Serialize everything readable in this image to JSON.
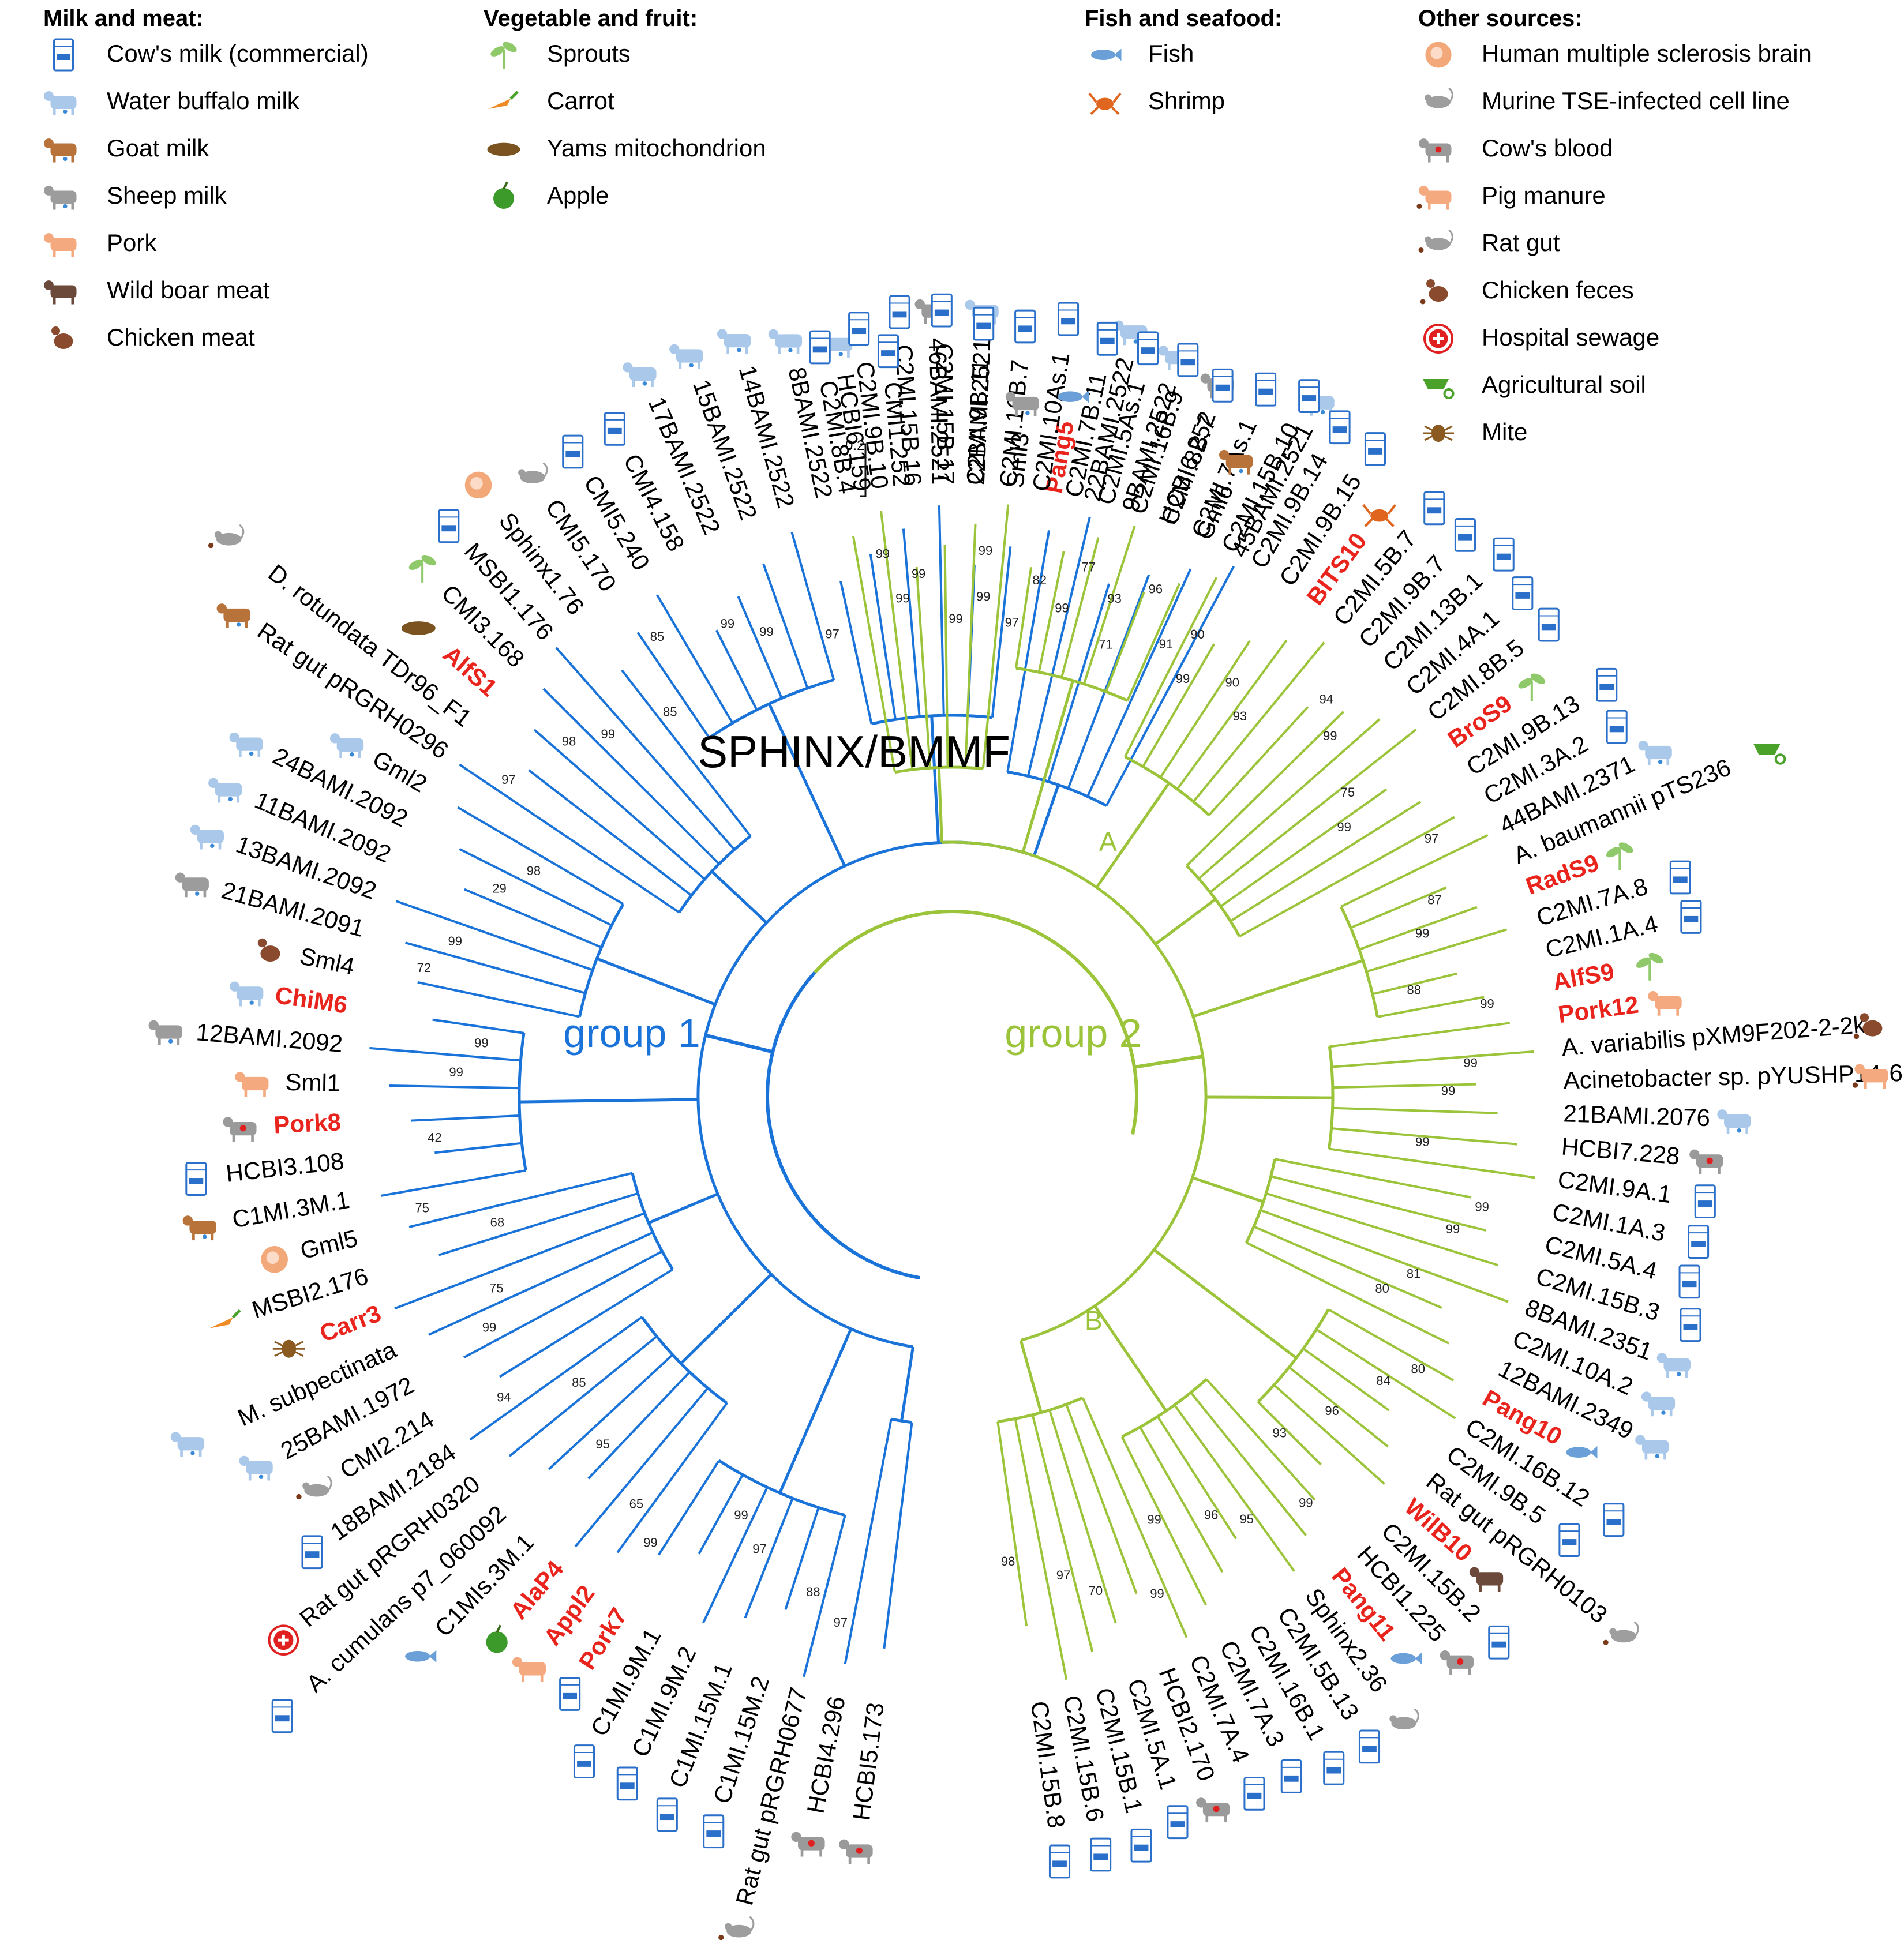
{
  "figure": {
    "title": "SPHINX/BMMF",
    "groups": [
      {
        "label": "group 1",
        "color": "#1a73d9"
      },
      {
        "label": "group 2",
        "color": "#9bc43a"
      }
    ],
    "subgroups": [
      "A",
      "B"
    ],
    "scale_bar": "0.2"
  },
  "legend": [
    {
      "title": "Milk and meat:",
      "items": [
        {
          "label": "Cow's milk (commercial)",
          "icon": "milk-carton-icon"
        },
        {
          "label": "Water buffalo milk",
          "icon": "buffalo-icon"
        },
        {
          "label": "Goat milk",
          "icon": "goat-icon"
        },
        {
          "label": "Sheep milk",
          "icon": "sheep-icon"
        },
        {
          "label": "Pork",
          "icon": "pig-icon"
        },
        {
          "label": "Wild boar meat",
          "icon": "boar-icon"
        },
        {
          "label": "Chicken meat",
          "icon": "chicken-icon"
        }
      ]
    },
    {
      "title": "Vegetable and fruit:",
      "items": [
        {
          "label": "Sprouts",
          "icon": "sprout-icon"
        },
        {
          "label": "Carrot",
          "icon": "carrot-icon"
        },
        {
          "label": "Yams mitochondrion",
          "icon": "yam-icon"
        },
        {
          "label": "Apple",
          "icon": "apple-icon"
        }
      ]
    },
    {
      "title": "Fish and seafood:",
      "items": [
        {
          "label": "Fish",
          "icon": "fish-icon"
        },
        {
          "label": "Shrimp",
          "icon": "crab-icon"
        }
      ]
    },
    {
      "title": "Other sources:",
      "items": [
        {
          "label": "Human multiple sclerosis brain",
          "icon": "brain-icon"
        },
        {
          "label": "Murine TSE-infected cell line",
          "icon": "mouse-icon"
        },
        {
          "label": "Cow's blood",
          "icon": "cow-blood-icon"
        },
        {
          "label": "Pig manure",
          "icon": "pig-manure-icon"
        },
        {
          "label": "Rat gut",
          "icon": "rat-icon"
        },
        {
          "label": "Chicken feces",
          "icon": "chicken-feces-icon"
        },
        {
          "label": "Hospital sewage",
          "icon": "sewage-icon"
        },
        {
          "label": "Agricultural soil",
          "icon": "wheelbarrow-icon"
        },
        {
          "label": "Mite",
          "icon": "mite-icon"
        }
      ]
    }
  ],
  "leaves": [
    {
      "label": "45BAMI.2521",
      "group": 1,
      "icon": "buffalo-icon"
    },
    {
      "label": "Gml6",
      "group": 1,
      "icon": "goat-icon"
    },
    {
      "label": "HCBI6.252",
      "group": 1,
      "icon": "cow-blood-icon"
    },
    {
      "label": "9BAMI.2522",
      "group": 1,
      "icon": "buffalo-icon"
    },
    {
      "label": "22BAMI.2522",
      "group": 1,
      "icon": "buffalo-icon"
    },
    {
      "label": "Pang5",
      "group": 1,
      "icon": "fish-icon",
      "highlight": true
    },
    {
      "label": "Sml3",
      "group": 1,
      "icon": "sheep-icon"
    },
    {
      "label": "22BAMI.2521",
      "group": 1,
      "icon": "buffalo-icon"
    },
    {
      "label": "46BAMI.2521",
      "group": 1,
      "icon": "cow-blood-icon"
    },
    {
      "label": "CMI1.252",
      "group": 1,
      "icon": "milk-carton-icon"
    },
    {
      "label": "HCBI6.159",
      "group": 1,
      "icon": "buffalo-icon"
    },
    {
      "label": "8BAMI.2522",
      "group": 1,
      "icon": "buffalo-icon"
    },
    {
      "label": "14BAMI.2522",
      "group": 1,
      "icon": "buffalo-icon"
    },
    {
      "label": "15BAMI.2522",
      "group": 1,
      "icon": "buffalo-icon"
    },
    {
      "label": "17BAMI.2522",
      "group": 1,
      "icon": "buffalo-icon"
    },
    {
      "label": "CMI4.158",
      "group": 1,
      "icon": "milk-carton-icon"
    },
    {
      "label": "CMI5.240",
      "group": 1,
      "icon": "milk-carton-icon"
    },
    {
      "label": "CMI5.170",
      "group": 1,
      "icon": "mouse-icon"
    },
    {
      "label": "Sphinx1.76",
      "group": 1,
      "icon": "brain-icon"
    },
    {
      "label": "MSBI1.176",
      "group": 1,
      "icon": "milk-carton-icon"
    },
    {
      "label": "CMI3.168",
      "group": 1,
      "icon": "sprout-icon"
    },
    {
      "label": "AlfS1",
      "group": 1,
      "icon": "yam-icon",
      "highlight": true
    },
    {
      "label": "D. rotundata TDr96_F1",
      "group": 1,
      "icon": "rat-icon"
    },
    {
      "label": "Rat gut pRGRH0296",
      "group": 1,
      "icon": "goat-icon"
    },
    {
      "label": "Gml2",
      "group": 1,
      "icon": "buffalo-icon"
    },
    {
      "label": "24BAMI.2092",
      "group": 1,
      "icon": "buffalo-icon"
    },
    {
      "label": "11BAMI.2092",
      "group": 1,
      "icon": "buffalo-icon"
    },
    {
      "label": "13BAMI.2092",
      "group": 1,
      "icon": "buffalo-icon"
    },
    {
      "label": "21BAMI.2091",
      "group": 1,
      "icon": "sheep-icon"
    },
    {
      "label": "Sml4",
      "group": 1,
      "icon": "chicken-icon"
    },
    {
      "label": "ChiM6",
      "group": 1,
      "icon": "buffalo-icon",
      "highlight": true
    },
    {
      "label": "12BAMI.2092",
      "group": 1,
      "icon": "sheep-icon"
    },
    {
      "label": "Sml1",
      "group": 1,
      "icon": "pig-icon"
    },
    {
      "label": "Pork8",
      "group": 1,
      "icon": "cow-blood-icon",
      "highlight": true
    },
    {
      "label": "HCBI3.108",
      "group": 1,
      "icon": "milk-carton-icon"
    },
    {
      "label": "C1MI.3M.1",
      "group": 1,
      "icon": "goat-icon"
    },
    {
      "label": "Gml5",
      "group": 1,
      "icon": "brain-icon"
    },
    {
      "label": "MSBI2.176",
      "group": 1,
      "icon": "carrot-icon"
    },
    {
      "label": "Carr3",
      "group": 1,
      "icon": "mite-icon",
      "highlight": true
    },
    {
      "label": "M. subpectinata",
      "group": 1,
      "icon": "buffalo-icon"
    },
    {
      "label": "25BAMI.1972",
      "group": 1,
      "icon": "buffalo-icon"
    },
    {
      "label": "CMI2.214",
      "group": 1,
      "icon": "rat-icon"
    },
    {
      "label": "18BAMI.2184",
      "group": 1,
      "icon": "milk-carton-icon"
    },
    {
      "label": "Rat gut pRGRH0320",
      "group": 1,
      "icon": "sewage-icon"
    },
    {
      "label": "A. cumulans p7_060092",
      "group": 1,
      "icon": "milk-carton-icon"
    },
    {
      "label": "C1MIs.3M.1",
      "group": 1,
      "icon": "fish-icon"
    },
    {
      "label": "AlaP4",
      "group": 1,
      "icon": "apple-icon",
      "highlight": true
    },
    {
      "label": "Appl2",
      "group": 1,
      "icon": "pig-icon",
      "highlight": true
    },
    {
      "label": "Pork7",
      "group": 1,
      "icon": "milk-carton-icon",
      "highlight": true
    },
    {
      "label": "C1MI.9M.1",
      "group": 1,
      "icon": "milk-carton-icon"
    },
    {
      "label": "C1MI.9M.2",
      "group": 1,
      "icon": "milk-carton-icon"
    },
    {
      "label": "C1MI.15M.1",
      "group": 1,
      "icon": "milk-carton-icon"
    },
    {
      "label": "C1MI.15M.2",
      "group": 1,
      "icon": "milk-carton-icon"
    },
    {
      "label": "Rat gut pRGRH0677",
      "group": 1,
      "icon": "rat-icon"
    },
    {
      "label": "HCBI4.296",
      "group": 1,
      "icon": "cow-blood-icon"
    },
    {
      "label": "HCBI5.173",
      "group": 1,
      "icon": "cow-blood-icon"
    },
    {
      "label": "C2MI.15B.8",
      "group": 2,
      "icon": "milk-carton-icon"
    },
    {
      "label": "C2MI.15B.6",
      "group": 2,
      "icon": "milk-carton-icon"
    },
    {
      "label": "C2MI.15B.1",
      "group": 2,
      "icon": "milk-carton-icon"
    },
    {
      "label": "C2MI.5A.1",
      "group": 2,
      "icon": "milk-carton-icon"
    },
    {
      "label": "HCBI2.170",
      "group": 2,
      "icon": "cow-blood-icon"
    },
    {
      "label": "C2MI.7A.4",
      "group": 2,
      "icon": "milk-carton-icon"
    },
    {
      "label": "C2MI.7A.3",
      "group": 2,
      "icon": "milk-carton-icon"
    },
    {
      "label": "C2MI.16B.1",
      "group": 2,
      "icon": "milk-carton-icon"
    },
    {
      "label": "C2MI.5B.13",
      "group": 2,
      "icon": "milk-carton-icon"
    },
    {
      "label": "Sphinx2.36",
      "group": 2,
      "icon": "mouse-icon"
    },
    {
      "label": "Pang11",
      "group": 2,
      "icon": "fish-icon",
      "highlight": true
    },
    {
      "label": "HCBI1.225",
      "group": 2,
      "icon": "cow-blood-icon"
    },
    {
      "label": "C2MI.15B.2",
      "group": 2,
      "icon": "milk-carton-icon"
    },
    {
      "label": "WilB10",
      "group": 2,
      "icon": "boar-icon",
      "highlight": true
    },
    {
      "label": "Rat gut pRGRH0103",
      "group": 2,
      "icon": "rat-icon"
    },
    {
      "label": "C2MI.9B.5",
      "group": 2,
      "icon": "milk-carton-icon"
    },
    {
      "label": "C2MI.16B.12",
      "group": 2,
      "icon": "milk-carton-icon"
    },
    {
      "label": "Pang10",
      "group": 2,
      "icon": "fish-icon",
      "highlight": true
    },
    {
      "label": "12BAMI.2349",
      "group": 2,
      "icon": "buffalo-icon"
    },
    {
      "label": "C2MI.10A.2",
      "group": 2,
      "icon": "buffalo-icon"
    },
    {
      "label": "8BAMI.2351",
      "group": 2,
      "icon": "buffalo-icon"
    },
    {
      "label": "C2MI.15B.3",
      "group": 2,
      "icon": "milk-carton-icon"
    },
    {
      "label": "C2MI.5A.4",
      "group": 2,
      "icon": "milk-carton-icon"
    },
    {
      "label": "C2MI.1A.3",
      "group": 2,
      "icon": "milk-carton-icon"
    },
    {
      "label": "C2MI.9A.1",
      "group": 2,
      "icon": "milk-carton-icon"
    },
    {
      "label": "HCBI7.228",
      "group": 2,
      "icon": "cow-blood-icon"
    },
    {
      "label": "21BAMI.2076",
      "group": 2,
      "icon": "buffalo-icon"
    },
    {
      "label": "Acinetobacter sp. pYUSHP14-6",
      "group": 2,
      "icon": "pig-manure-icon"
    },
    {
      "label": "A. variabilis pXM9F202-2-2k",
      "group": 2,
      "icon": "chicken-feces-icon"
    },
    {
      "label": "Pork12",
      "group": 2,
      "icon": "pig-icon",
      "highlight": true
    },
    {
      "label": "AlfS9",
      "group": 2,
      "icon": "sprout-icon",
      "highlight": true
    },
    {
      "label": "C2MI.1A.4",
      "group": 2,
      "icon": "milk-carton-icon"
    },
    {
      "label": "C2MI.7A.8",
      "group": 2,
      "icon": "milk-carton-icon"
    },
    {
      "label": "RadS9",
      "group": 2,
      "icon": "sprout-icon",
      "highlight": true
    },
    {
      "label": "A. baumannii pTS236",
      "group": 2,
      "icon": "wheelbarrow-icon"
    },
    {
      "label": "44BAMI.2371",
      "group": 2,
      "icon": "buffalo-icon"
    },
    {
      "label": "C2MI.3A.2",
      "group": 2,
      "icon": "milk-carton-icon"
    },
    {
      "label": "C2MI.9B.13",
      "group": 2,
      "icon": "milk-carton-icon"
    },
    {
      "label": "BroS9",
      "group": 2,
      "icon": "sprout-icon",
      "highlight": true
    },
    {
      "label": "C2MI.8B.5",
      "group": 2,
      "icon": "milk-carton-icon"
    },
    {
      "label": "C2MI.4A.1",
      "group": 2,
      "icon": "milk-carton-icon"
    },
    {
      "label": "C2MI.13B.1",
      "group": 2,
      "icon": "milk-carton-icon"
    },
    {
      "label": "C2MI.9B.7",
      "group": 2,
      "icon": "milk-carton-icon"
    },
    {
      "label": "C2MI.5B.7",
      "group": 2,
      "icon": "milk-carton-icon"
    },
    {
      "label": "BITS10",
      "group": 2,
      "icon": "crab-icon",
      "highlight": true
    },
    {
      "label": "C2MI.9B.15",
      "group": 2,
      "icon": "milk-carton-icon"
    },
    {
      "label": "C2MI.9B.14",
      "group": 2,
      "icon": "milk-carton-icon"
    },
    {
      "label": "C2MI.15B.10",
      "group": 2,
      "icon": "milk-carton-icon"
    },
    {
      "label": "C2MI.7As.1",
      "group": 2,
      "icon": "milk-carton-icon"
    },
    {
      "label": "C2MI.8B.7",
      "group": 2,
      "icon": "milk-carton-icon"
    },
    {
      "label": "C2MI.16B.9",
      "group": 2,
      "icon": "milk-carton-icon"
    },
    {
      "label": "C2MI.5As.1",
      "group": 2,
      "icon": "milk-carton-icon"
    },
    {
      "label": "C2MI.7B.11",
      "group": 2,
      "icon": "milk-carton-icon"
    },
    {
      "label": "C2MI.10As.1",
      "group": 2,
      "icon": "milk-carton-icon"
    },
    {
      "label": "C2MI.16B.7",
      "group": 2,
      "icon": "milk-carton-icon"
    },
    {
      "label": "C2MI.9B.11",
      "group": 2,
      "icon": "milk-carton-icon"
    },
    {
      "label": "C2MI.15B.17",
      "group": 2,
      "icon": "milk-carton-icon"
    },
    {
      "label": "C2MI.15B.16",
      "group": 2,
      "icon": "milk-carton-icon"
    },
    {
      "label": "C2MI.9B.10",
      "group": 2,
      "icon": "milk-carton-icon"
    },
    {
      "label": "C2MI.8B.4",
      "group": 2,
      "icon": "milk-carton-icon"
    }
  ],
  "bootstrap_values": [
    "99",
    "91",
    "93",
    "77",
    "97",
    "99",
    "99",
    "99",
    "97",
    "99",
    "99",
    "85",
    "85",
    "99",
    "98",
    "97",
    "98",
    "29",
    "99",
    "72",
    "99",
    "99",
    "42",
    "75",
    "68",
    "75",
    "99",
    "94",
    "85",
    "95",
    "65",
    "99",
    "99",
    "97",
    "88",
    "97",
    "98",
    "97",
    "70",
    "99",
    "99",
    "96",
    "95",
    "99",
    "93",
    "96",
    "84",
    "80",
    "80",
    "81",
    "99",
    "99",
    "99",
    "99",
    "99",
    "99",
    "88",
    "99",
    "87",
    "97",
    "99",
    "75",
    "99",
    "94",
    "93",
    "90",
    "90",
    "96",
    "71",
    "99",
    "82",
    "99",
    "99",
    "99"
  ]
}
